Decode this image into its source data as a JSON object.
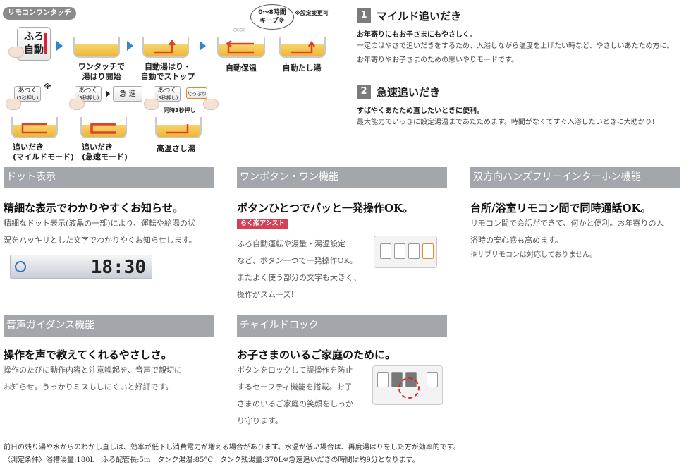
{
  "diagram": {
    "pill": "リモコンワンタッチ",
    "main_button": [
      "ふろ",
      "自動"
    ],
    "steps": [
      "ワンタッチで\n湯はり開始",
      "自動湯はり・\n自動でストップ",
      "自動保温",
      "自動たし湯"
    ],
    "bubble": "0〜8時間\nキープ※",
    "bubble_note": "※設定変更可",
    "atsuku": "あつく",
    "press3": "(3秒押し)",
    "asterisk": "※",
    "kyusoku": "急 速",
    "tappuri": "たっぷり",
    "simultaneous": "同時3秒押し",
    "bottom_caps": [
      "追いだき\n(マイルドモード)",
      "追いだき\n(急速モード)",
      "高温さし湯"
    ]
  },
  "modes": [
    {
      "num": "1",
      "title": "マイルド追いだき",
      "sub": "お年寄りにもお子さまにもやさしく。",
      "lines": [
        "一定のはやさで追いだきをするため、入浴しながら温度を上げたい時など、やさしいあたため方に。",
        "お年寄りやお子さまのための思いやりモードです。"
      ]
    },
    {
      "num": "2",
      "title": "急速追いだき",
      "sub": "すばやくあたため直したいときに便利。",
      "lines": [
        "最大能力でいっきに設定湯温まであたためます。時間がなくてすぐ入浴したいときに大助かり!"
      ]
    }
  ],
  "sections": {
    "dot": {
      "bar": "ドット表示",
      "heading": "精細な表示でわかりやすくお知らせ。",
      "text": [
        "精細なドット表示(液晶の一部)により、運転や給湯の状",
        "況をハッキリとした文字でわかりやくお知らせします。"
      ],
      "lcd_time": "18:30"
    },
    "onebutton": {
      "bar": "ワンボタン・ワン機能",
      "heading": "ボタンひとつでパッと一発操作OK。",
      "badge": "らく楽アシスト",
      "text": [
        "ふろ自動運転や湯量・湯温設定",
        "など、ボタン一つで一発操作OK。",
        "またよく使う部分の文字も大きく、",
        "操作がスムーズ!"
      ]
    },
    "intercom": {
      "bar": "双方向ハンズフリーインターホン機能",
      "heading": "台所/浴室リモコン間で同時通話OK。",
      "text": [
        "リモコン間で会話ができて、何かと便利。お年寄りの入",
        "浴時の安心感も高めます。"
      ],
      "note": "※サブリモコンは対応しておりません。"
    },
    "voice": {
      "bar": "音声ガイダンス機能",
      "heading": "操作を声で教えてくれるやさしさ。",
      "text": [
        "操作のたびに動作内容と注意喚起を、音声で親切に",
        "お知らせ。うっかりミスもしにくいと好評です。"
      ]
    },
    "child": {
      "bar": "チャイルドロック",
      "heading": "お子さまのいるご家庭のために。",
      "text": [
        "ボタンをロックして誤操作を防止",
        "するセーフティ機能を搭載。お子",
        "さまのいるご家庭の笑顔をしっか",
        "り守ります。"
      ]
    }
  },
  "footer": [
    "前日の残り湯や水からのわかし直しは、効率が低下し消費電力が増える場合があります。水温が低い場合は、再度湯はりをした方が効率的です。",
    "〈測定条件〉浴槽湯量:180L　ふろ配管長:5m　タンク湯温:85°C　タンク残湯量:370L※急速追いだきの時間は約9分となります。"
  ],
  "colors": {
    "section_bar": "#a3a7ab",
    "arrow_blue": "#2f86c8",
    "water": "#f0b633",
    "badge": "#d64055"
  }
}
